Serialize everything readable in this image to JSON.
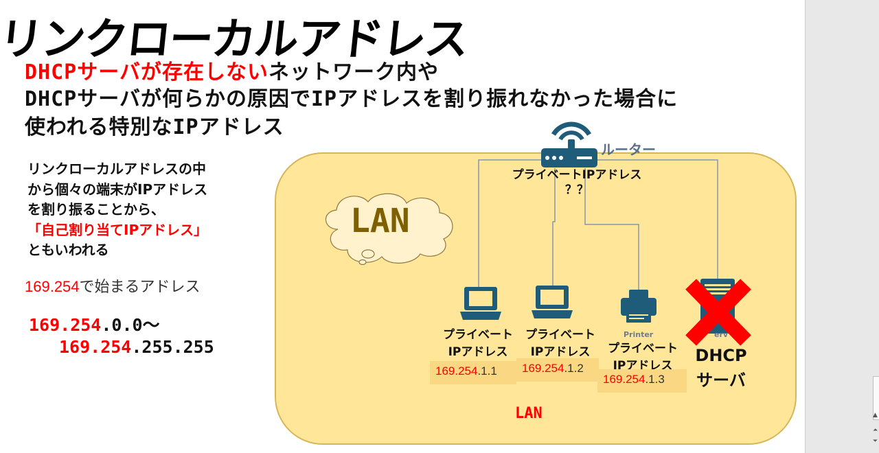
{
  "slide": {
    "title": "リンクローカルアドレス",
    "lead": {
      "line1_red": "DHCPサーバが存在しない",
      "line1_rest": "ネットワーク内や",
      "line2": "DHCPサーバが何らかの原因でIPアドレスを割り振れなかった場合に",
      "line3": "使われる特別なIPアドレス"
    },
    "left_text": {
      "line1": "リンクローカルアドレスの中",
      "line2": "から個々の端末がIPアドレス",
      "line3": "を割り振ることから、",
      "line4_red": "「自己割り当てIPアドレス」",
      "line5": "ともいわれる"
    },
    "range_note": {
      "num": "169.254",
      "rest": "で始まるアドレス"
    },
    "range_start": {
      "red": "169.254",
      "rest": ".0.0〜"
    },
    "range_end": {
      "red": "169.254",
      "rest": ".255.255"
    },
    "diagram": {
      "router_label": "ルーター",
      "router_ip_line1": "プライベートIPアドレス",
      "router_ip_line2": "？？",
      "cloud_label": "LAN",
      "devices": [
        {
          "line1": "プライベート",
          "line2": "IPアドレス",
          "ip_red": "169.254",
          "ip_rest": ".1.1"
        },
        {
          "line1": "プライベート",
          "line2": "IPアドレス",
          "ip_red": "169.254",
          "ip_rest": ".1.2"
        },
        {
          "line1": "プライベート",
          "line2": "IPアドレス",
          "ip_red": "169.254",
          "ip_rest": ".1.3"
        }
      ],
      "printer_caption": "Printer",
      "server_caption": "erv",
      "dhcp_line1": "DHCP",
      "dhcp_line2": "サーバ",
      "lan_bottom": "LAN"
    },
    "colors": {
      "red": "#ff0000",
      "lan_fill": "#ffe699",
      "device_blue": "#1f5c7a",
      "cross_red": "#ff0000"
    }
  },
  "side_pane": {
    "scroll_up": "▲",
    "scroll_down1": "⏶",
    "scroll_down2": "⏷"
  }
}
